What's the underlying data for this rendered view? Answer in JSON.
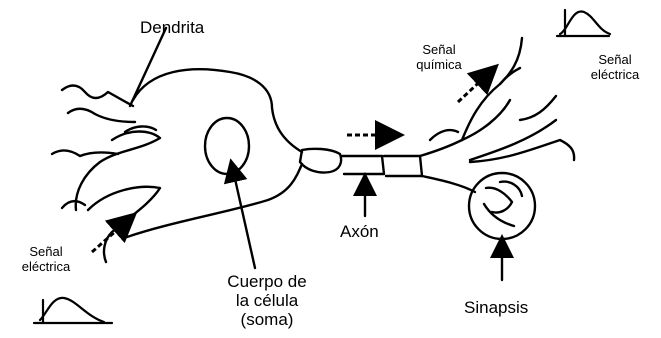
{
  "diagram": {
    "labels": {
      "dendrite": "Dendrita",
      "signal_chemical_line1": "Señal",
      "signal_chemical_line2": "química",
      "signal_electric_top_line1": "Señal",
      "signal_electric_top_line2": "eléctrica",
      "signal_electric_bottom_line1": "Señal",
      "signal_electric_bottom_line2": "eléctrica",
      "axon": "Axón",
      "cell_body_line1": "Cuerpo de",
      "cell_body_line2": "la célula",
      "cell_body_line3": "(soma)",
      "synapse": "Sinapsis"
    },
    "colors": {
      "ink": "#000000",
      "background": "#ffffff"
    },
    "icons": [
      "signal-pulse-icon",
      "arrow-icon"
    ]
  }
}
